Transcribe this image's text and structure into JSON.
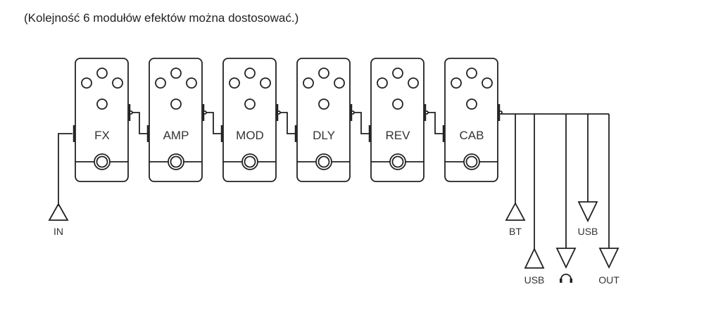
{
  "caption": "(Kolejność 6 modułów efektów można dostosować.)",
  "modules": [
    "FX",
    "AMP",
    "MOD",
    "DLY",
    "REV",
    "CAB"
  ],
  "input": {
    "label": "IN"
  },
  "outputs": [
    {
      "label": "BT",
      "direction": "in"
    },
    {
      "label": "USB",
      "direction": "in"
    },
    {
      "label": "",
      "icon": "headphones-icon",
      "direction": "out"
    },
    {
      "label": "USB",
      "direction": "out"
    },
    {
      "label": "OUT",
      "direction": "out"
    }
  ]
}
